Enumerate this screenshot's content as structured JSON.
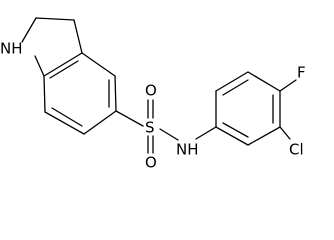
{
  "molecule": {
    "atom_labels": {
      "nh_ring": "NH",
      "sulfur": "S",
      "oxygen_top": "O",
      "oxygen_bottom": "O",
      "nh_amide": "NH",
      "chlorine": "Cl",
      "fluorine": "F"
    }
  }
}
